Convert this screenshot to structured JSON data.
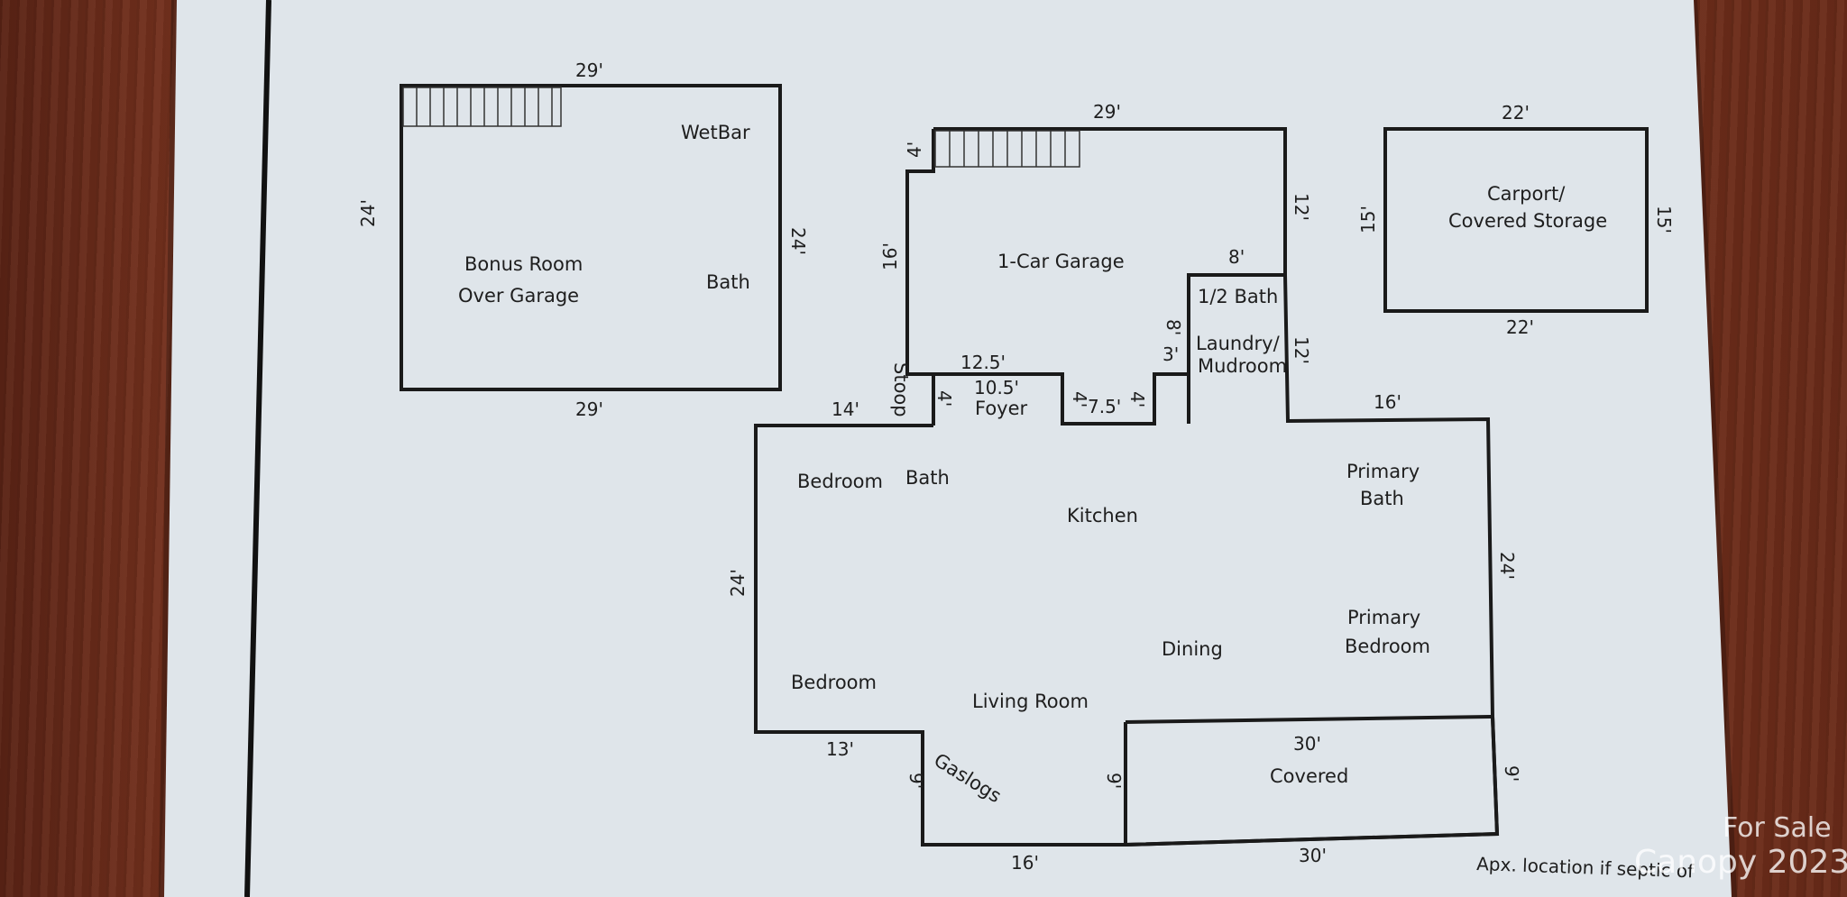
{
  "rooms": {
    "wetbar": "WetBar",
    "bonus_line1": "Bonus Room",
    "bonus_line2": "Over Garage",
    "bonus_bath": "Bath",
    "garage": "1-Car Garage",
    "half_bath": "1/2 Bath",
    "laundry_line1": "Laundry/",
    "laundry_line2": "Mudroom",
    "carport_line1": "Carport/",
    "carport_line2": "Covered Storage",
    "stoop": "Stoop",
    "foyer": "Foyer",
    "bedroom_top": "Bedroom",
    "bath_main": "Bath",
    "kitchen": "Kitchen",
    "primary_bath_line1": "Primary",
    "primary_bath_line2": "Bath",
    "primary_bedroom_line1": "Primary",
    "primary_bedroom_line2": "Bedroom",
    "dining": "Dining",
    "bedroom_bottom": "Bedroom",
    "living_room": "Living Room",
    "gaslogs": "Gaslogs",
    "covered": "Covered"
  },
  "dimensions": {
    "bonus_top": "29'",
    "bonus_bottom": "29'",
    "bonus_left": "24'",
    "bonus_right": "24'",
    "garage_top": "29'",
    "garage_step": "4'",
    "garage_left": "16'",
    "garage_right_upper": "12'",
    "half_bath_width": "8'",
    "laundry_side": "8'",
    "laundry_jog": "3'",
    "laundry_right": "12'",
    "garage_bottom": "12.5'",
    "foyer_width": "10.5'",
    "foyer_depth": "4'",
    "foyer_jog_a": "4'",
    "foyer_jog_b": "7.5'",
    "foyer_jog_c": "4'",
    "carport_top": "22'",
    "carport_bottom": "22'",
    "carport_left": "15'",
    "carport_right": "15'",
    "house_left_top": "14'",
    "house_right_top": "16'",
    "house_left": "24'",
    "house_right": "24'",
    "house_bottom_left": "13'",
    "bump_left": "9'",
    "bump_right": "9'",
    "house_bottom": "16'",
    "covered_top": "30'",
    "covered_bottom": "30'",
    "covered_right": "9'"
  },
  "footer_text": "Apx. location if septic of",
  "watermark": {
    "line1": "For Sale",
    "line2": "Canopy 2023"
  }
}
